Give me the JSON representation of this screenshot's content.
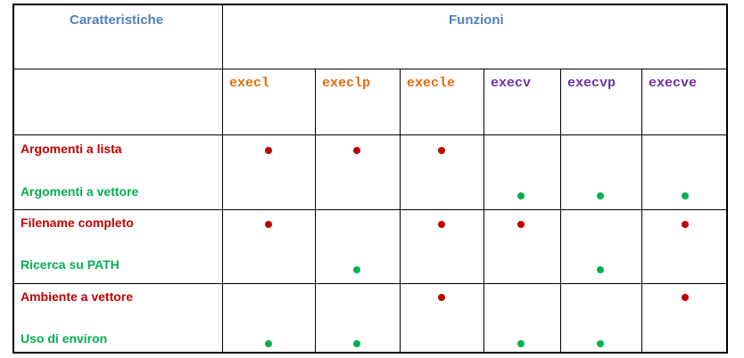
{
  "header": {
    "characteristics": "Caratteristiche",
    "functions": "Funzioni"
  },
  "colors": {
    "header": "#4f81bd",
    "exec_l_family": "#e36c09",
    "exec_v_family": "#7030a0",
    "red_label": "#c00000",
    "green_label": "#00b050",
    "red_dot": "#c00000",
    "green_dot": "#00b050"
  },
  "functions": [
    {
      "name": "execl",
      "family": "l"
    },
    {
      "name": "execlp",
      "family": "l"
    },
    {
      "name": "execle",
      "family": "l"
    },
    {
      "name": "execv",
      "family": "v"
    },
    {
      "name": "execvp",
      "family": "v"
    },
    {
      "name": "execve",
      "family": "v"
    }
  ],
  "rows": [
    {
      "label": "Argomenti a lista",
      "color": "red",
      "marks": [
        true,
        true,
        true,
        false,
        false,
        false
      ]
    },
    {
      "label": "Argomenti a vettore",
      "color": "green",
      "marks": [
        false,
        false,
        false,
        true,
        true,
        true
      ]
    },
    {
      "label": "Filename completo",
      "color": "red",
      "marks": [
        true,
        false,
        true,
        true,
        false,
        true
      ]
    },
    {
      "label": "Ricerca su PATH",
      "color": "green",
      "marks": [
        false,
        true,
        false,
        false,
        true,
        false
      ]
    },
    {
      "label": "Ambiente a vettore",
      "color": "red",
      "marks": [
        false,
        false,
        true,
        false,
        false,
        true
      ]
    },
    {
      "label": "Uso di environ",
      "color": "green",
      "marks": [
        true,
        true,
        false,
        true,
        true,
        false
      ]
    }
  ]
}
